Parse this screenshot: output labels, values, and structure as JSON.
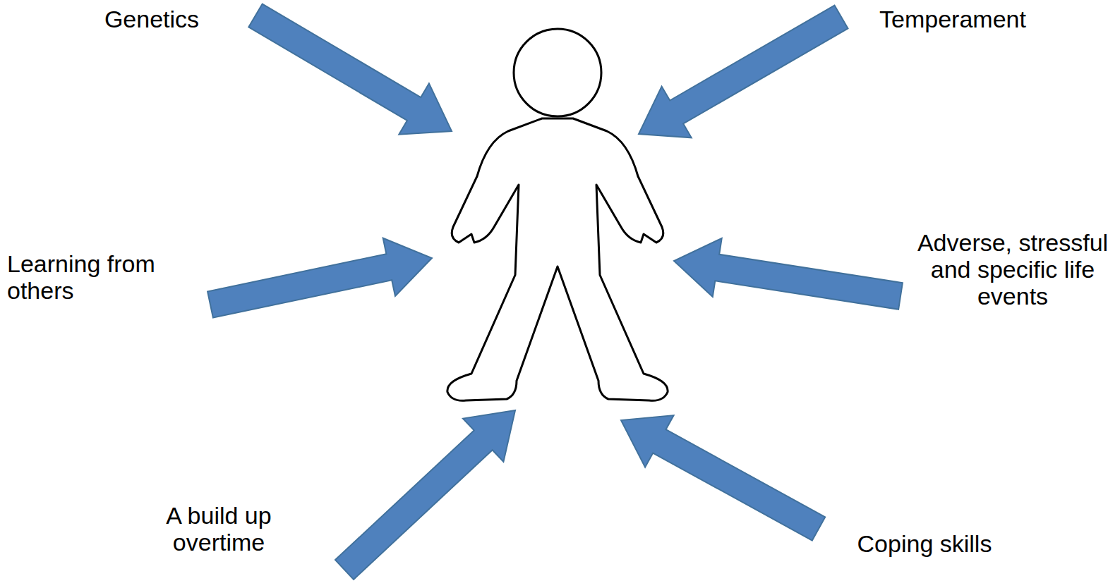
{
  "diagram": {
    "labels": [
      "Genetics",
      "Temperament",
      "Learning from others",
      "Adverse, stressful and specific life events",
      "A build up overtime",
      "Coping skills"
    ]
  }
}
